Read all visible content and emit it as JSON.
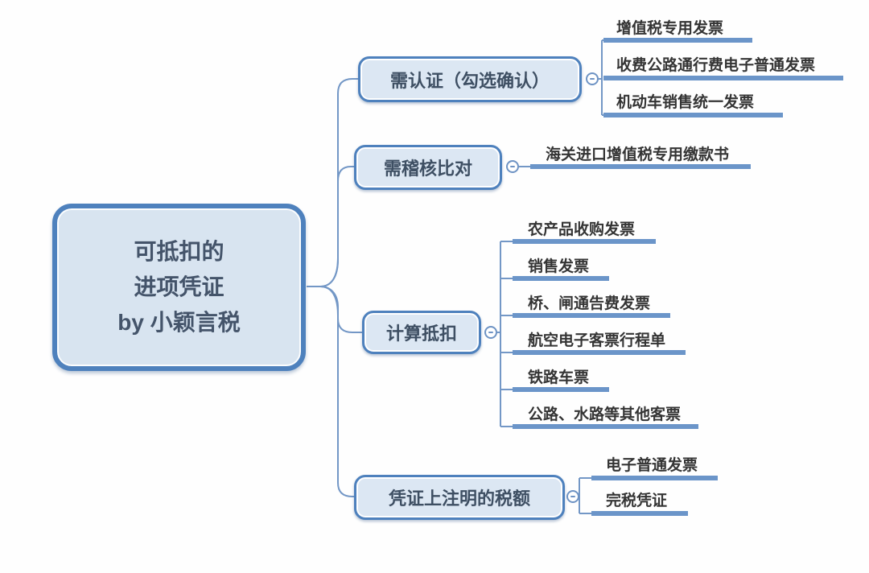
{
  "title": "可抵扣的进项凭证思维导图",
  "root": {
    "lines": [
      "可抵扣的",
      "进项凭证",
      "by 小颖言税"
    ]
  },
  "branches": [
    {
      "label": "需认证（勾选确认）",
      "collapse_icon": "minus-circle",
      "children": [
        {
          "label": "增值税专用发票"
        },
        {
          "label": "收费公路通行费电子普通发票"
        },
        {
          "label": "机动车销售统一发票"
        }
      ]
    },
    {
      "label": "需稽核比对",
      "collapse_icon": "minus-circle",
      "children": [
        {
          "label": "海关进口增值税专用缴款书"
        }
      ]
    },
    {
      "label": "计算抵扣",
      "collapse_icon": "minus-circle",
      "children": [
        {
          "label": "农产品收购发票"
        },
        {
          "label": "销售发票"
        },
        {
          "label": "桥、闸通告费发票"
        },
        {
          "label": "航空电子客票行程单"
        },
        {
          "label": "铁路车票"
        },
        {
          "label": "公路、水路等其他客票"
        }
      ]
    },
    {
      "label": "凭证上注明的税额",
      "collapse_icon": "minus-circle",
      "children": [
        {
          "label": "电子普通发票"
        },
        {
          "label": "完税凭证"
        }
      ]
    }
  ],
  "colors": {
    "node_border": "#4e81bd",
    "node_fill": "#dce7f3",
    "root_fill": "#d8e4f0",
    "connector": "#7397c6",
    "child_bar": "#6b95c9",
    "topic_text": "#3e4f63",
    "child_text": "#343434",
    "background": "#fefefe"
  }
}
